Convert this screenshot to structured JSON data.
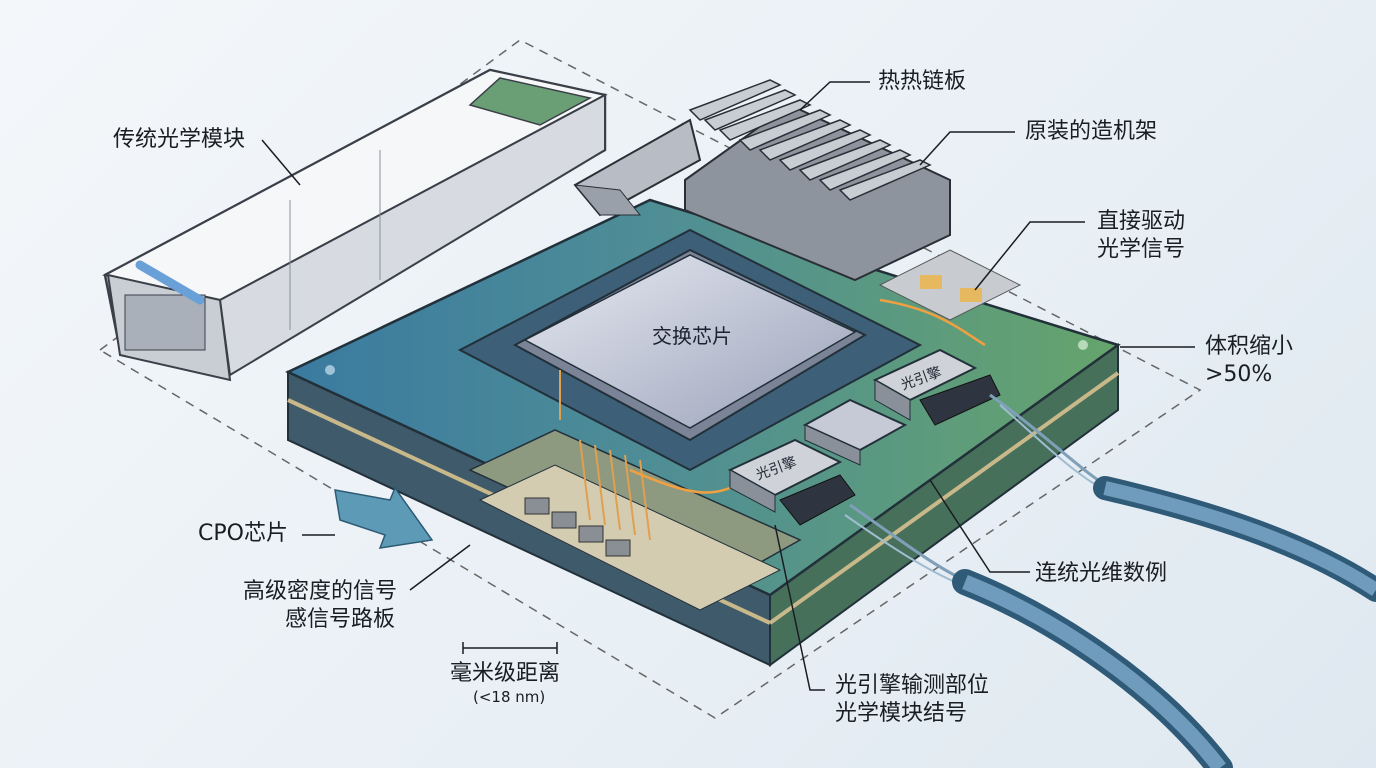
{
  "labels": {
    "traditional_module": "传统光学模块",
    "heat_plate": "热热链板",
    "frame": "原装的造机架",
    "direct_drive_1": "直接驱动",
    "direct_drive_2": "光学信号",
    "volume_1": "体积缩小",
    "volume_2": ">50%",
    "switch_chip": "交换芯片",
    "optical_engine_a": "光引擎",
    "optical_engine_b": "光引擎",
    "cpo_chip": "CPO芯片",
    "high_density_1": "高级密度的信号",
    "high_density_2": "感信号路板",
    "mm_distance": "毫米级距离",
    "mm_distance_sub": "(<18 nm)",
    "engine_position_1": "光引擎输测部位",
    "engine_position_2": "光学模块结号",
    "fiber": "连统光维数例"
  },
  "colors": {
    "board_blue": "#3f7f9f",
    "board_green": "#5f9e6e",
    "chip": "#b8bfd2",
    "fiber": "#3f6f8f",
    "glow": "#f0a040"
  }
}
